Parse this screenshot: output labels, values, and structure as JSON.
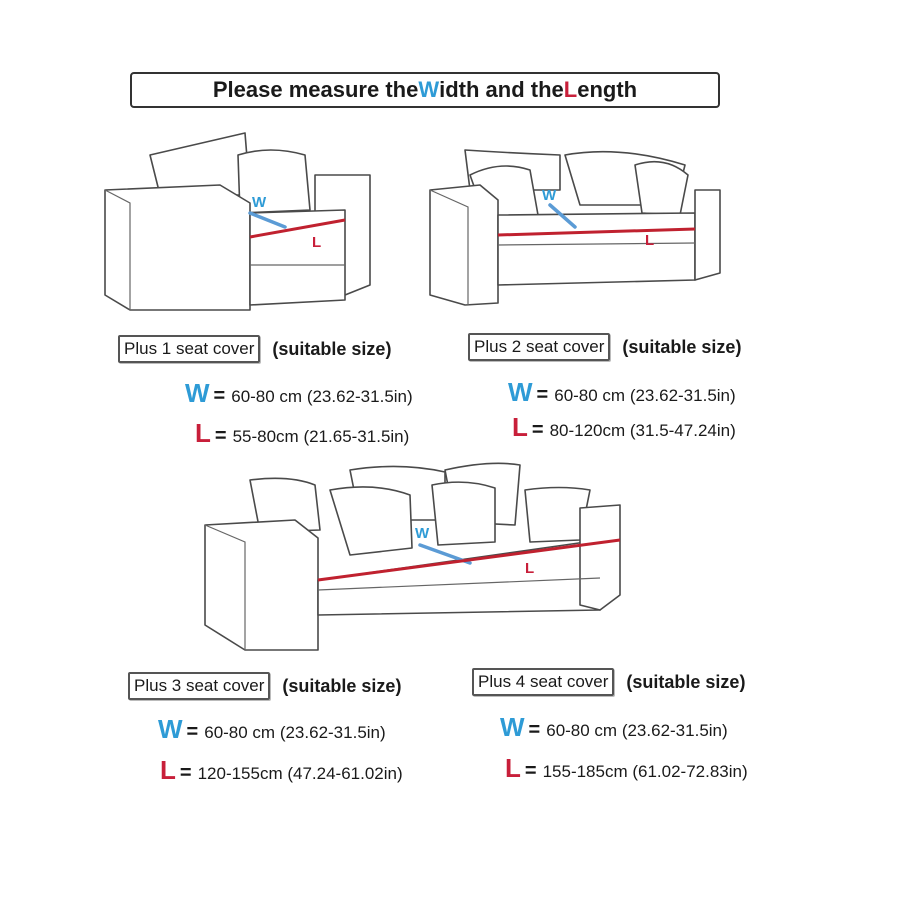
{
  "title": {
    "prefix": "Please measure the ",
    "w": "W",
    "mid": "idth and the ",
    "l": "L",
    "suffix": "ength"
  },
  "diagram_marks": {
    "w": "W",
    "l": "L"
  },
  "sizes": [
    {
      "cover": "Plus 1 seat cover",
      "suitable": "(suitable size)",
      "w_letter": "W",
      "w_value": "60-80 cm (23.62-31.5in)",
      "l_letter": "L",
      "l_value": "55-80cm (21.65-31.5in)"
    },
    {
      "cover": "Plus 2 seat cover",
      "suitable": "(suitable size)",
      "w_letter": "W",
      "w_value": "60-80 cm (23.62-31.5in)",
      "l_letter": "L",
      "l_value": "80-120cm (31.5-47.24in)"
    },
    {
      "cover": "Plus 3 seat cover",
      "suitable": "(suitable size)",
      "w_letter": "W",
      "w_value": "60-80 cm (23.62-31.5in)",
      "l_letter": "L",
      "l_value": "120-155cm (47.24-61.02in)"
    },
    {
      "cover": "Plus 4 seat cover",
      "suitable": "(suitable size)",
      "w_letter": "W",
      "w_value": "60-80 cm (23.62-31.5in)",
      "l_letter": "L",
      "l_value": "155-185cm (61.02-72.83in)"
    }
  ],
  "colors": {
    "width_accent": "#2e9bd6",
    "length_accent": "#c81f3a"
  }
}
